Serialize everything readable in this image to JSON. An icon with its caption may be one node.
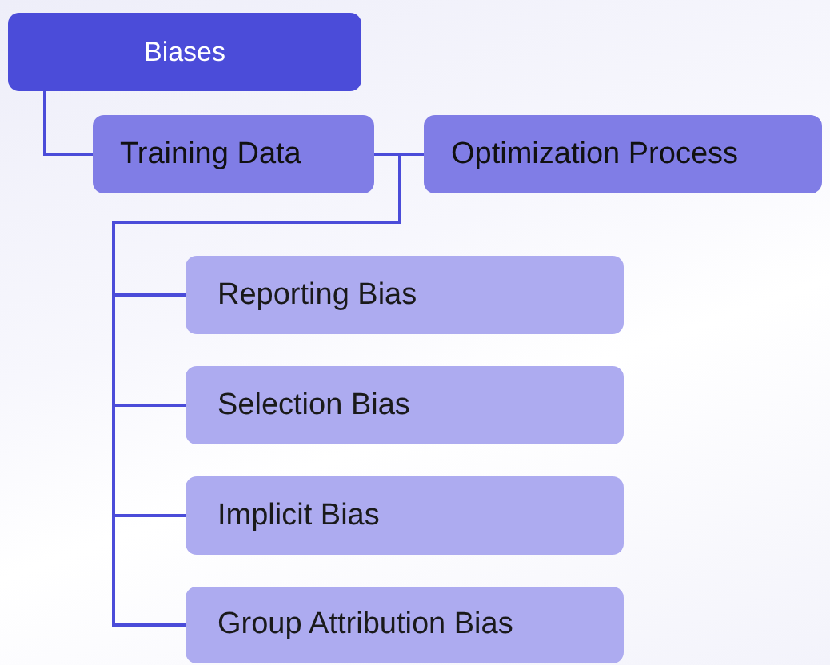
{
  "diagram": {
    "nodes": [
      {
        "text": [
          "Biases"
        ]
      },
      {
        "text": [
          "Training Data"
        ]
      },
      {
        "text": [
          "Optimization Process"
        ]
      },
      {
        "text": [
          "Reporting Bias"
        ]
      },
      {
        "text": [
          "Selection Bias"
        ]
      },
      {
        "text": [
          "Implicit Bias"
        ]
      },
      {
        "text": [
          "Group Attribution Bias"
        ]
      }
    ],
    "edges": [
      {
        "from": 0,
        "to": 1,
        "arrow": "none"
      },
      {
        "from": 1,
        "to": 2,
        "arrow": "none"
      },
      {
        "from": 1,
        "to": 3,
        "arrow": "none"
      },
      {
        "from": 1,
        "to": 4,
        "arrow": "none"
      },
      {
        "from": 1,
        "to": 5,
        "arrow": "none"
      },
      {
        "from": 1,
        "to": 6,
        "arrow": "none"
      }
    ]
  }
}
